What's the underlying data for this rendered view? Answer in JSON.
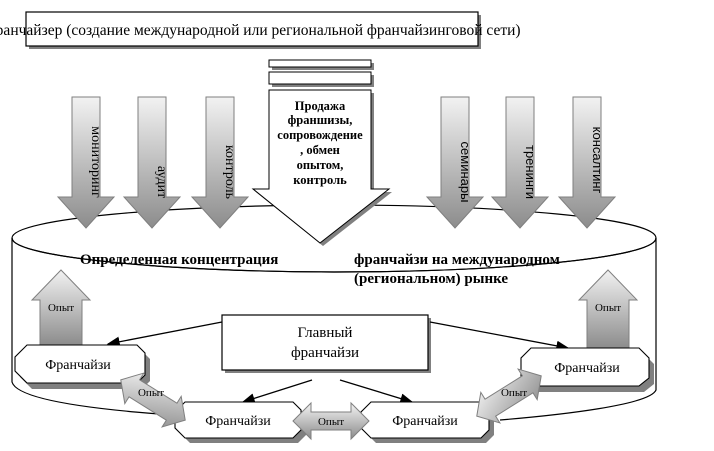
{
  "title": "Франчайзер (создание международной или региональной франчайзинговой сети)",
  "top_arrows_left": [
    "мониторинг",
    "аудит",
    "контроль"
  ],
  "top_arrows_right": [
    "семинары",
    "тренинги",
    "консалтинг"
  ],
  "central_arrow_lines": [
    "Продажа",
    "франшизы,",
    "сопровождение",
    ", обмен",
    "опытом,",
    "контроль"
  ],
  "cylinder_label_left": "Определенная концентрация",
  "cylinder_label_right_line1": "франчайзи на международном",
  "cylinder_label_right_line2": "(региональном) рынке",
  "main_franchisee_lines": [
    "Главный",
    "франчайзи"
  ],
  "franchisee_label": "Франчайзи",
  "experience_label": "Опыт",
  "colors": {
    "arrow_fill_light": "#f2f2f2",
    "arrow_fill_dark": "#8c8c8c",
    "stroke": "#000000",
    "shadow": "#7f7f7f"
  }
}
